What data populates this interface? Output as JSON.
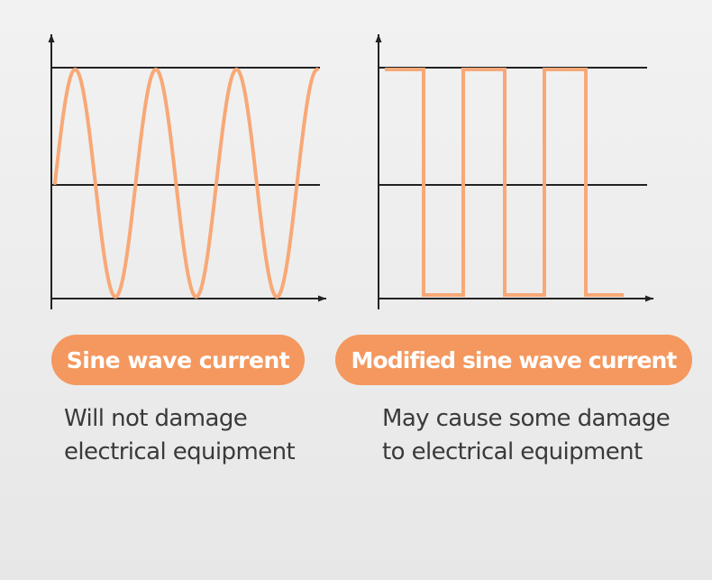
{
  "colors": {
    "wave": "#f8a877",
    "pill_background": "#f4985f",
    "pill_text": "#ffffff",
    "axis": "#222222",
    "description_text": "#3a3a3a"
  },
  "panels": [
    {
      "id": "sine",
      "label": "Sine wave current",
      "description_lines": [
        "Will not damage",
        "electrical equipment"
      ],
      "wave_type": "sine",
      "wave_cycles": 3.25
    },
    {
      "id": "modified",
      "label": "Modified sine wave current",
      "description_lines": [
        "May cause some damage",
        "to electrical equipment"
      ],
      "wave_type": "square",
      "wave_cycles": 3
    }
  ]
}
